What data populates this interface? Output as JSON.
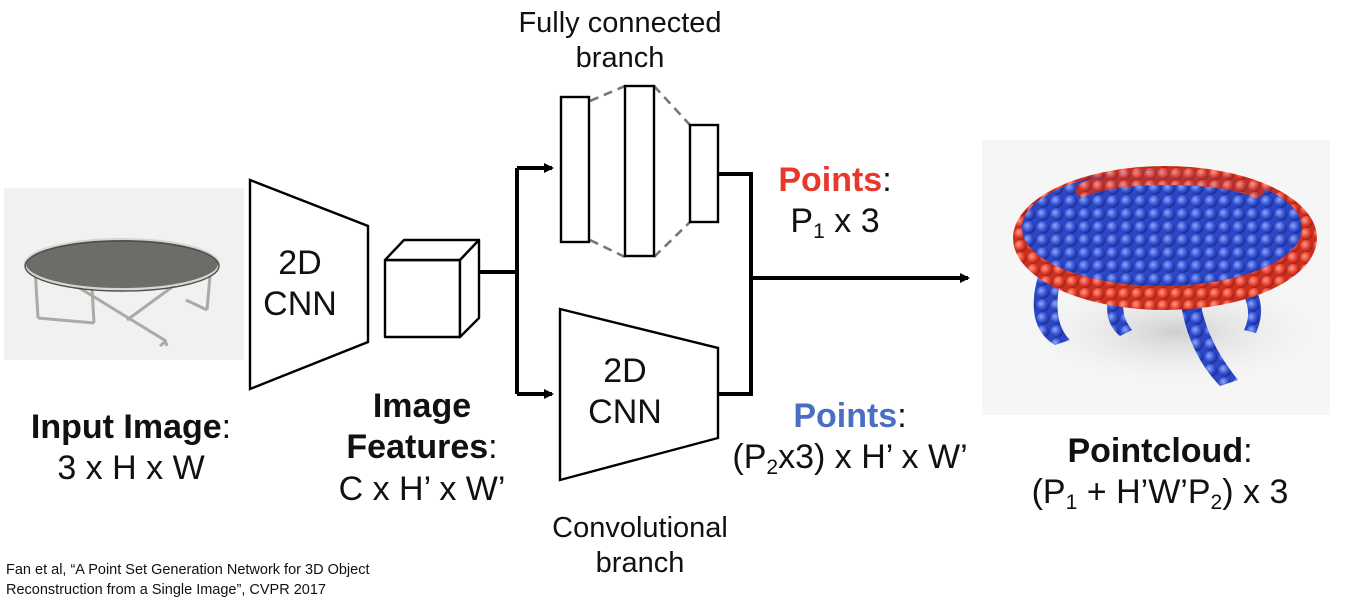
{
  "colors": {
    "points_fc": "#e8382b",
    "points_conv": "#4a6ec4",
    "line": "#000000",
    "dashed": "#777777"
  },
  "labels": {
    "fc_branch_line1": "Fully connected",
    "fc_branch_line2": "branch",
    "conv_branch_line1": "Convolutional",
    "conv_branch_line2": "branch",
    "cnn_line1": "2D",
    "cnn_line2": "CNN",
    "input_title": "Input Image",
    "input_dims": "3 x H x W",
    "features_title_line1": "Image",
    "features_title_line2": "Features",
    "features_dims": "C x H’ x W’",
    "points_word": "Points",
    "points_fc_dims_pre": "P",
    "points_fc_dims_sub": "1",
    "points_fc_dims_post": " x 3",
    "points_conv_dims_pre": "(P",
    "points_conv_dims_sub": "2",
    "points_conv_dims_post": "x3) x H’ x W’",
    "pointcloud_title": "Pointcloud",
    "pointcloud_dims_a": "(P",
    "pointcloud_dims_sub1": "1",
    "pointcloud_dims_b": " + H’W’P",
    "pointcloud_dims_sub2": "2",
    "pointcloud_dims_c": ") x 3",
    "colon": ":"
  },
  "citation": {
    "line1": "Fan et al, “A Point Set Generation Network for 3D Object",
    "line2": "Reconstruction from a Single Image”, CVPR 2017"
  }
}
